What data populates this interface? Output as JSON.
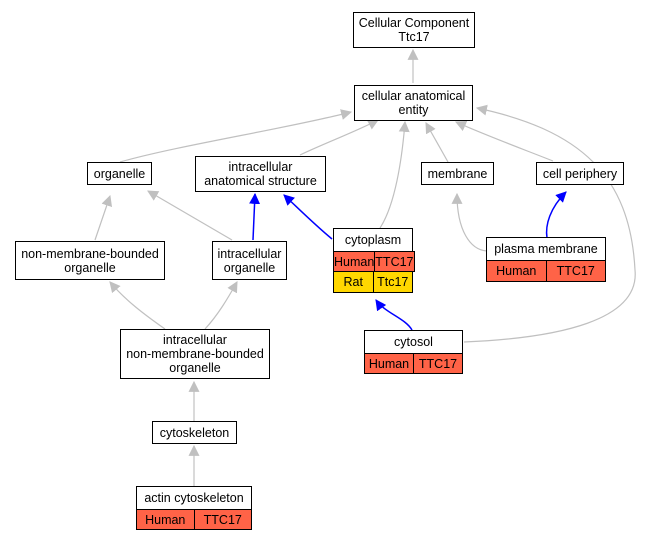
{
  "nodes": {
    "root": "Cellular Component\nTtc17",
    "cae": "cellular anatomical\nentity",
    "organelle": "organelle",
    "ias": "intracellular\nanatomical structure",
    "membrane": "membrane",
    "periphery": "cell periphery",
    "nmbo": "non-membrane-bounded\norganelle",
    "io": "intracellular\norganelle",
    "cytoplasm": "cytoplasm",
    "pm": "plasma membrane",
    "inmbo": "intracellular\nnon-membrane-bounded\norganelle",
    "cytosol": "cytosol",
    "cytoskeleton": "cytoskeleton",
    "actin": "actin cytoskeleton"
  },
  "annotations": {
    "cytoplasm_human": {
      "species": "Human",
      "gene": "TTC17"
    },
    "cytoplasm_rat": {
      "species": "Rat",
      "gene": "Ttc17"
    },
    "pm_human": {
      "species": "Human",
      "gene": "TTC17"
    },
    "cytosol_human": {
      "species": "Human",
      "gene": "TTC17"
    },
    "actin_human": {
      "species": "Human",
      "gene": "TTC17"
    }
  },
  "colors": {
    "human": "#ff6347",
    "rat": "#ffd700",
    "edge_gray": "#c0c0c0",
    "edge_blue": "#0000ff"
  }
}
